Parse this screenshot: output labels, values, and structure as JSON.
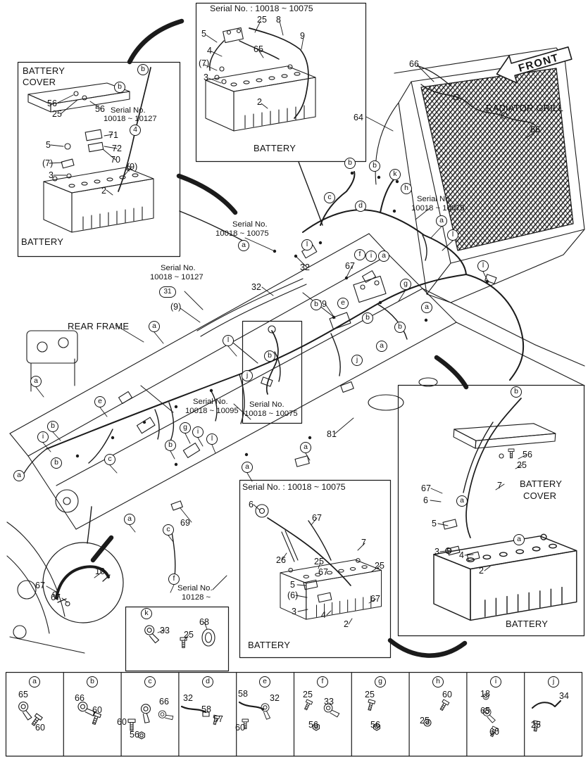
{
  "front_arrow": {
    "label": "FRONT"
  },
  "radiator": {
    "label": "RADIATOR GRILL",
    "p64": "64",
    "p66_top": "66",
    "p66_right": "66"
  },
  "top_box": {
    "header": "Serial No. : 10018 ~ 10075",
    "caption": "BATTERY",
    "p25": "25",
    "p8": "8",
    "p5": "5",
    "p9": "9",
    "p4": "4",
    "p65": "65",
    "p7": "(7)",
    "p3": "3",
    "p2": "2"
  },
  "left_box": {
    "title1": "BATTERY",
    "title2": "COVER",
    "caption": "BATTERY",
    "serial1": "Serial No.",
    "serial2": "10018 ~ 10127",
    "cb1": "b",
    "cb2": "b",
    "c4": "4",
    "p56a": "56",
    "p25": "25",
    "p56b": "56",
    "p71": "71",
    "p72": "72",
    "p70": "70",
    "p5": "5",
    "p7": "(7)",
    "p3": "3",
    "p9": "(9)",
    "p2": "2"
  },
  "main": {
    "rear_frame": "REAR FRAME",
    "serial_harness1": "Serial No.",
    "serial_harness2": "10018 ~ 10075",
    "serial_right1": "Serial No.",
    "serial_right2": "10018 ~ 10075",
    "serial_31_1": "Serial No.",
    "serial_31_2": "10018 ~ 10127",
    "c31": "31",
    "p9": "(9)",
    "serial_95_1": "Serial No.",
    "serial_95_2": "10018 ~ 10095",
    "serial_inset1": "Serial No.",
    "serial_inset2": "10018 ~ 10075",
    "serial_10128_1": "Serial No.",
    "serial_10128_2": "10128 ~",
    "p32a": "32",
    "p67": "67",
    "p32b": "32",
    "p59": "59",
    "p81": "81",
    "p69": "69",
    "callouts": [
      "b",
      "b",
      "k",
      "h",
      "d",
      "c",
      "a",
      "l",
      "l",
      "a",
      "f",
      "i",
      "a",
      "l",
      "g",
      "b",
      "e",
      "b",
      "b",
      "a",
      "a",
      "j",
      "b",
      "j",
      "a",
      "l",
      "a",
      "e",
      "b",
      "i",
      "b",
      "a",
      "c",
      "g",
      "i",
      "l",
      "b",
      "a",
      "a",
      "a",
      "c",
      "f"
    ]
  },
  "hose_inset": {
    "p10": "10",
    "p67a": "67",
    "p67b": "67"
  },
  "clamp_box": {
    "ck": "k",
    "p33": "33",
    "p25": "25",
    "p68": "68"
  },
  "bottom_box": {
    "header": "Serial No. : 10018 ~ 10075",
    "caption": "BATTERY",
    "p6": "6",
    "p67a": "67",
    "p26": "26",
    "p25a": "25",
    "p67b": "67",
    "p7": "7",
    "p25b": "25",
    "p5": "5",
    "p6b": "(6)",
    "p67c": "67",
    "p3": "3",
    "p4": "4",
    "p2": "2"
  },
  "right_box": {
    "title1": "BATTERY",
    "title2": "COVER",
    "caption": "BATTERY",
    "cb": "b",
    "ca1": "a",
    "ca2": "a",
    "p56": "56",
    "p25": "25",
    "p67": "67",
    "p6": "6",
    "p7": "7",
    "p5": "5",
    "p3": "3",
    "p4": "4",
    "p2": "2"
  },
  "legend": {
    "cells": [
      {
        "letter": "a",
        "parts": [
          "65",
          "60"
        ]
      },
      {
        "letter": "b",
        "parts": [
          "66",
          "60"
        ]
      },
      {
        "letter": "c",
        "parts": [
          "60",
          "66",
          "56"
        ]
      },
      {
        "letter": "d",
        "parts": [
          "32",
          "58",
          "57"
        ]
      },
      {
        "letter": "e",
        "parts": [
          "58",
          "32",
          "60"
        ]
      },
      {
        "letter": "f",
        "parts": [
          "25",
          "33",
          "56"
        ]
      },
      {
        "letter": "g",
        "parts": [
          "25",
          "56"
        ]
      },
      {
        "letter": "h",
        "parts": [
          "25",
          "60"
        ]
      },
      {
        "letter": "i",
        "parts": [
          "18",
          "65",
          "60"
        ]
      },
      {
        "letter": "j",
        "parts": [
          "34",
          "25"
        ]
      }
    ]
  }
}
